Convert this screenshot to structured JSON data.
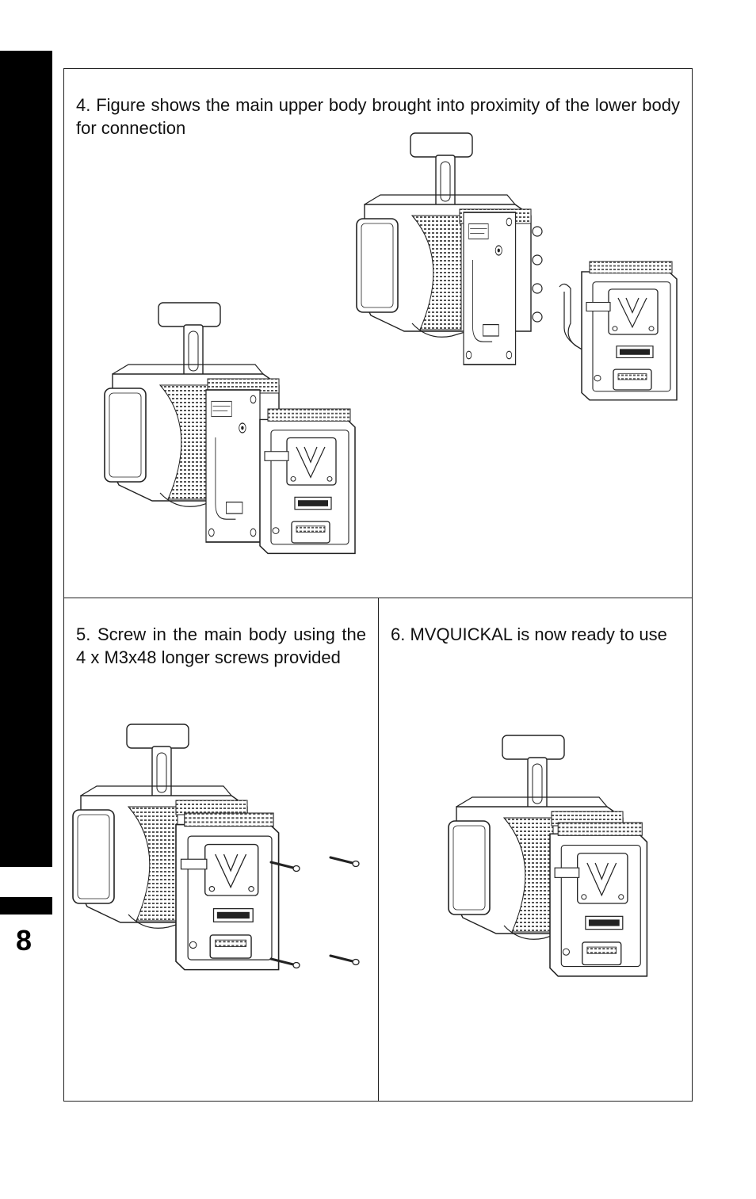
{
  "page_number": "8",
  "steps": [
    {
      "text": "4. Figure shows the main upper body brought into proximity of the lower body for connection"
    },
    {
      "text": "5. Screw in the main body using the 4 x M3x48 longer screws provided"
    },
    {
      "text": "6. MVQUICKAL is now ready to use"
    }
  ],
  "colors": {
    "line": "#222222",
    "tab": "#000000",
    "hatch": "#555555"
  },
  "icons": [
    "camera-body-illustration",
    "battery-plate-illustration",
    "screw-icon"
  ]
}
